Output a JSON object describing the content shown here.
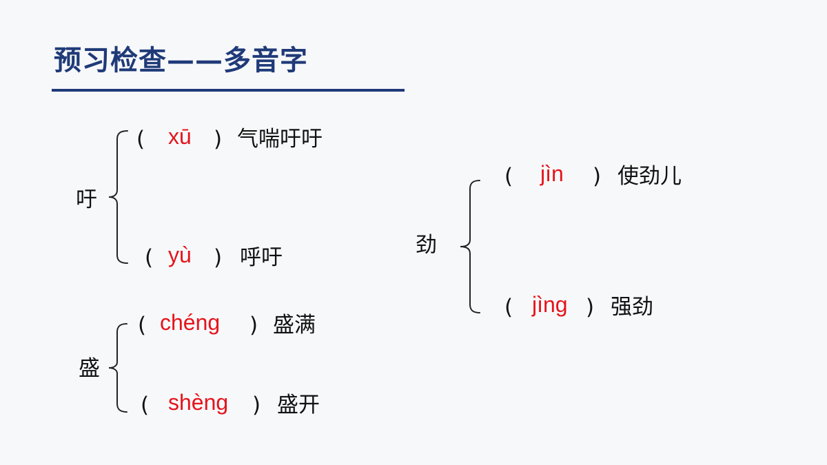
{
  "title": "预习检查——多音字",
  "groups": [
    {
      "char": "吁",
      "entries": [
        {
          "open": "(",
          "pinyin": "xū",
          "close": ")",
          "word": "气喘吁吁"
        },
        {
          "open": "(",
          "pinyin": "yù",
          "close": ")",
          "word": "呼吁"
        }
      ]
    },
    {
      "char": "盛",
      "entries": [
        {
          "open": "(",
          "pinyin": "chéng",
          "close": ")",
          "word": "盛满"
        },
        {
          "open": "(",
          "pinyin": "shèng",
          "close": ")",
          "word": "盛开"
        }
      ]
    },
    {
      "char": "劲",
      "entries": [
        {
          "open": "(",
          "pinyin": "jìn",
          "close": ")",
          "word": "使劲儿"
        },
        {
          "open": "(",
          "pinyin": "jìng",
          "close": ")",
          "word": "强劲"
        }
      ]
    }
  ],
  "colors": {
    "title": "#1f3a78",
    "pinyin": "#e5141b",
    "text": "#111111"
  }
}
